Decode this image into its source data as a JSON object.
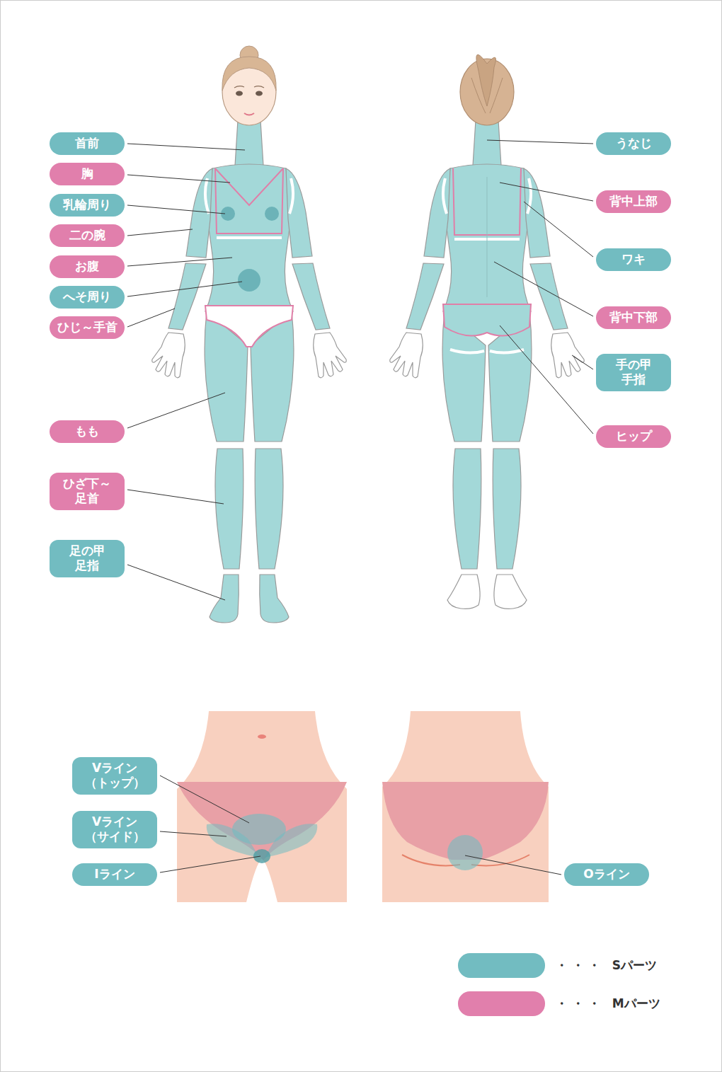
{
  "diagram": {
    "nodes": [
      {
        "text": [
          "首前"
        ]
      },
      {
        "text": [
          "胸"
        ]
      },
      {
        "text": [
          "乳輪周り"
        ]
      },
      {
        "text": [
          "二の腕"
        ]
      },
      {
        "text": [
          "お腹"
        ]
      },
      {
        "text": [
          "へそ周り"
        ]
      },
      {
        "text": [
          "ひじ～手首"
        ]
      },
      {
        "text": [
          "もも"
        ]
      },
      {
        "text": [
          "ひざ下～ 足首"
        ]
      },
      {
        "text": [
          "足の甲 足指"
        ]
      },
      {
        "text": [
          "うなじ"
        ]
      },
      {
        "text": [
          "背中上部"
        ]
      },
      {
        "text": [
          "ワキ"
        ]
      },
      {
        "text": [
          "背中下部"
        ]
      },
      {
        "text": [
          "手の甲 手指"
        ]
      },
      {
        "text": [
          "ヒップ"
        ]
      },
      {
        "text": [
          "Vライン （トップ）"
        ]
      },
      {
        "text": [
          "Vライン （サイド）"
        ]
      },
      {
        "text": [
          "Iライン"
        ]
      },
      {
        "text": [
          "Oライン"
        ]
      }
    ],
    "legend": [
      {
        "text": "・ ・ ・　Sパーツ",
        "color": "#72bcc1"
      },
      {
        "text": "・ ・ ・　Mパーツ",
        "color": "#e17fac"
      }
    ]
  }
}
